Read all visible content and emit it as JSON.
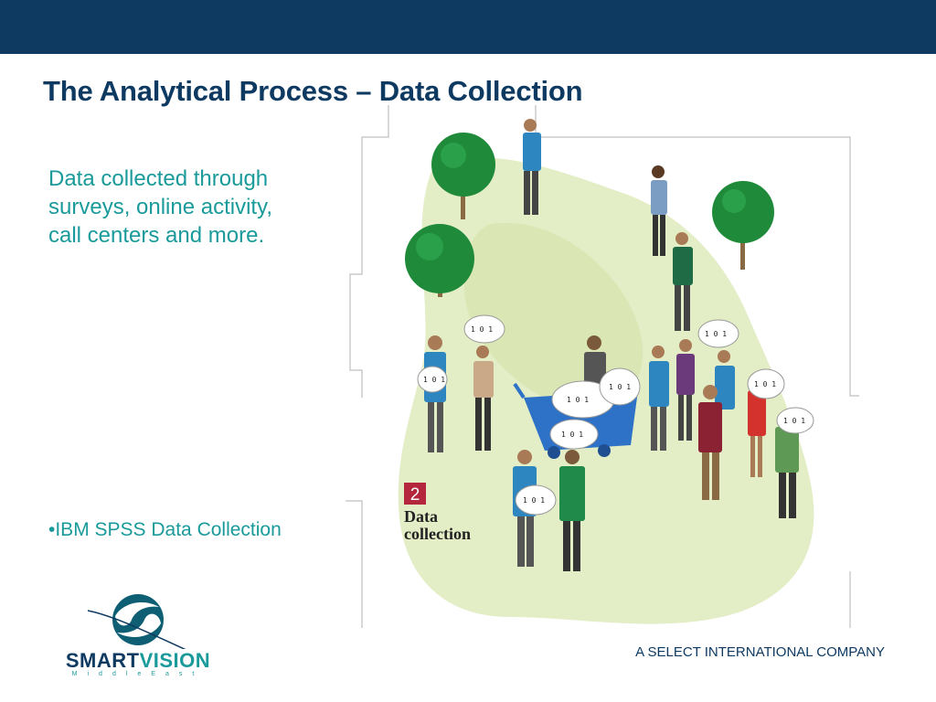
{
  "slide": {
    "title": "The Analytical Process – Data Collection",
    "body": "Data collected through surveys, online activity, call centers and more.",
    "bullet": "•IBM SPSS Data Collection"
  },
  "illustration": {
    "step_number": "2",
    "step_line1": "Data",
    "step_line2": "collection",
    "bubble_text": "1 0 1"
  },
  "footer": {
    "company_text": "A SELECT INTERNATIONAL COMPANY",
    "logo_name_part1": "SMART",
    "logo_name_part2": "VISION",
    "logo_tagline": "MiddleEast"
  },
  "colors": {
    "header_bar": "#0e3a62",
    "title": "#0e3a62",
    "body_text": "#1a9a9a",
    "badge": "#b3263c"
  }
}
